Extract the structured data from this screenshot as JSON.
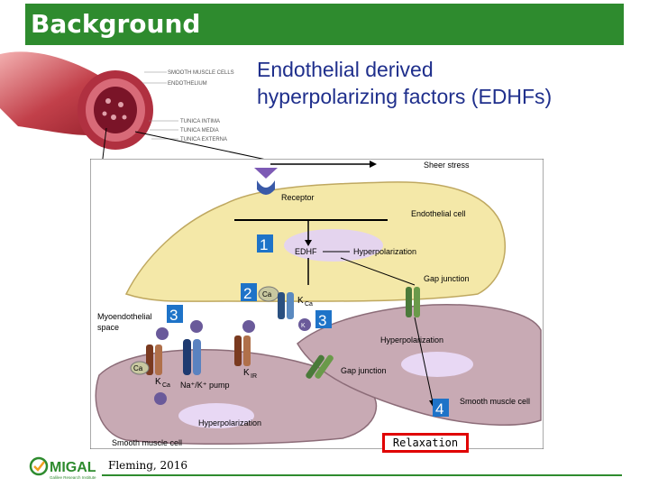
{
  "header": {
    "title": "Background"
  },
  "subtitle": {
    "line1": "Endothelial derived",
    "line2": "hyperpolarizing factors (EDHFs)"
  },
  "vessel": {
    "labels": [
      "SMOOTH MUSCLE CELLS",
      "ENDOTHELIUM",
      "TUNICA INTIMA",
      "TUNICA MEDIA",
      "TUNICA EXTERNA"
    ]
  },
  "diagram": {
    "sheer_stress": "Sheer stress",
    "receptor": "Receptor",
    "endothelial_cell": "Endothelial cell",
    "edhf": "EDHF",
    "hyperpolarization_top": "Hyperpolarization",
    "gap_junction_top": "Gap junction",
    "kca_top": "K",
    "kca_top_sub": "Ca",
    "ca_top": "Ca",
    "myoendothelial_space_1": "Myoendothelial",
    "myoendothelial_space_2": "space",
    "hyperpolarization_mid": "Hyperpolarization",
    "gap_junction_mid": "Gap junction",
    "smooth_muscle_cell_right": "Smooth muscle cell",
    "smooth_muscle_cell_left": "Smooth muscle cell",
    "hyperpolarization_bottom": "Hyperpolarization",
    "kir": "K",
    "kir_sub": "IR",
    "kca_left": "K",
    "kca_left_sub": "Ca",
    "ca_left": "Ca",
    "na_k_pump": "Na⁺/K⁺ pump",
    "k_ion": "K",
    "numbers": [
      "1",
      "2",
      "3",
      "3",
      "4"
    ]
  },
  "relaxation": "Relaxation",
  "footer": {
    "logo_text": "MIGAL",
    "logo_sub": "Galilee Research Institute",
    "citation": "Fleming, 2016"
  },
  "colors": {
    "banner": "#2e8b2e",
    "subtitle": "#1f2f8c",
    "number_box": "#1e73c8",
    "relax_border": "#e00000"
  }
}
